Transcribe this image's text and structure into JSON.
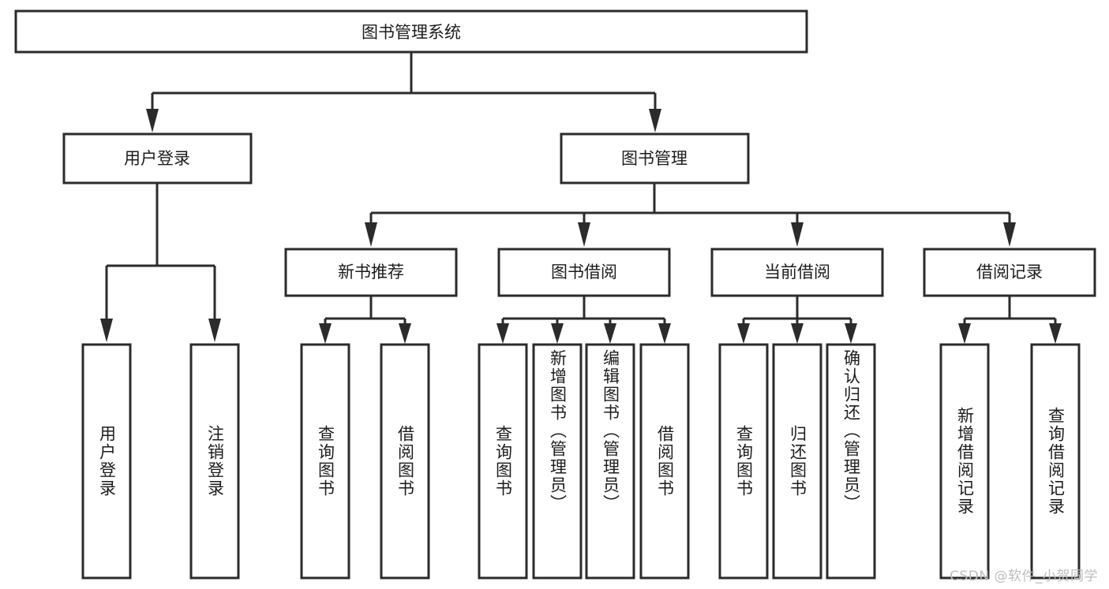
{
  "diagram": {
    "title": "图书管理系统",
    "type": "tree-hierarchy-diagram",
    "watermark": "CSDN @软件_小贺同学",
    "colors": {
      "box_stroke": "#2b2b2b",
      "box_fill": "#ffffff",
      "text": "#1c1c1c",
      "background": "#ffffff",
      "watermark": "#bdbdbd"
    },
    "root": {
      "label": "图书管理系统"
    },
    "level1": [
      {
        "label": "用户登录"
      },
      {
        "label": "图书管理"
      }
    ],
    "level2": [
      {
        "label": "新书推荐"
      },
      {
        "label": "图书借阅"
      },
      {
        "label": "当前借阅"
      },
      {
        "label": "借阅记录"
      }
    ],
    "leaves": {
      "user_login": [
        {
          "label": "用户登录"
        },
        {
          "label": "注销登录"
        }
      ],
      "new_book_recommend": [
        {
          "label": "查询图书"
        },
        {
          "label": "借阅图书"
        }
      ],
      "book_borrow": [
        {
          "label": "查询图书"
        },
        {
          "label": "新增图书（管理员）"
        },
        {
          "label": "编辑图书（管理员）"
        },
        {
          "label": "借阅图书"
        }
      ],
      "current_borrow": [
        {
          "label": "查询图书"
        },
        {
          "label": "归还图书"
        },
        {
          "label": "确认归还（管理员）"
        }
      ],
      "borrow_record": [
        {
          "label": "新增借阅记录"
        },
        {
          "label": "查询借阅记录"
        }
      ]
    }
  }
}
